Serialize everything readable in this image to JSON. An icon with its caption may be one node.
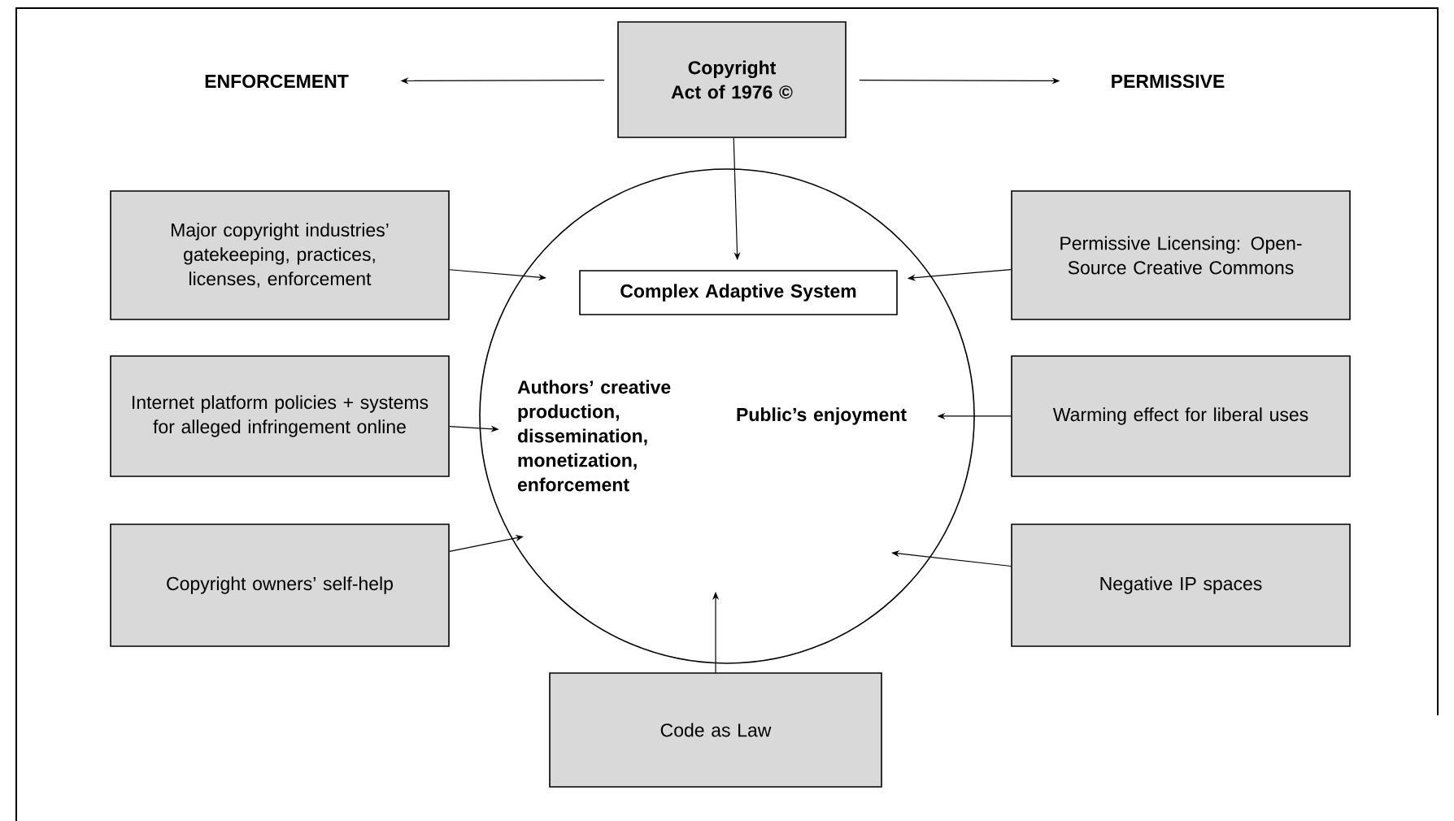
{
  "diagram": {
    "nodes": [
      {
        "text": [
          "Copyright Act of 1976 ©"
        ]
      },
      {
        "text": [
          "ENFORCEMENT"
        ]
      },
      {
        "text": [
          "PERMISSIVE"
        ]
      },
      {
        "text": [],
        "shape": "circle"
      },
      {
        "text": [
          "Complex Adaptive System"
        ],
        "in": 3
      },
      {
        "text": [
          "Authors’ creative production, dissemination, monetization, enforcement"
        ],
        "in": 3
      },
      {
        "text": [
          "Public’s enjoyment"
        ],
        "in": 3
      },
      {
        "text": [
          "Major copyright industries’ gatekeeping, practices, licenses, enforcement"
        ]
      },
      {
        "text": [
          "Permissive Licensing: Open-Source Creative Commons"
        ]
      },
      {
        "text": [
          "Internet platform policies + systems for alleged infringement online"
        ]
      },
      {
        "text": [
          "Warming effect for liberal uses"
        ]
      },
      {
        "text": [
          "Copyright owners’ self-help"
        ]
      },
      {
        "text": [
          "Negative IP spaces"
        ]
      },
      {
        "text": [
          "Code as Law"
        ]
      }
    ],
    "edges": [
      {
        "from": 0,
        "to": 1,
        "arrow": "to"
      },
      {
        "from": 0,
        "to": 2,
        "arrow": "to"
      },
      {
        "from": 0,
        "to": 4,
        "arrow": "to"
      },
      {
        "from": 7,
        "to": 3,
        "arrow": "to"
      },
      {
        "from": 8,
        "to": 4,
        "arrow": "to"
      },
      {
        "from": 9,
        "to": 5,
        "arrow": "to"
      },
      {
        "from": 10,
        "to": 6,
        "arrow": "to"
      },
      {
        "from": 11,
        "to": 3,
        "arrow": "to"
      },
      {
        "from": 12,
        "to": 3,
        "arrow": "to"
      },
      {
        "from": 13,
        "to": 3,
        "arrow": "to"
      }
    ]
  }
}
